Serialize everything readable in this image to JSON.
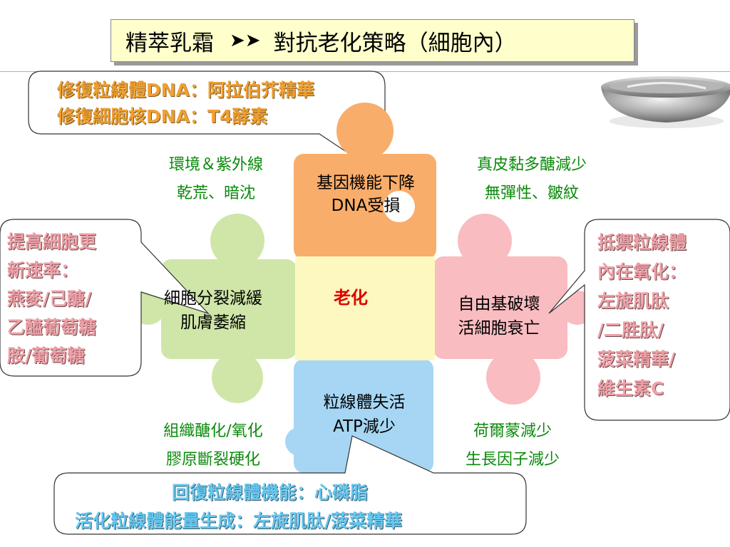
{
  "slide": {
    "title_left": "精萃乳霜",
    "title_arrows": "➤➤",
    "title_right": "對抗老化策略（細胞內）"
  },
  "callouts": {
    "top": [
      "修復粒線體DNA：阿拉伯芥精華",
      "修復細胞核DNA：T4酵素"
    ],
    "left": [
      "提高細胞更",
      "新速率：",
      "燕麥/己醣/",
      "乙醯葡萄糖",
      "胺/葡萄糖"
    ],
    "right": [
      "抵禦粒線體",
      "內在氧化：",
      "左旋肌肽",
      "/二胜肽/",
      "菠菜精華/",
      "維生素C"
    ],
    "bottom": [
      "回復粒線體機能：心磷脂",
      "活化粒線體能量生成：左旋肌肽/菠菜精華"
    ]
  },
  "puzzle": {
    "center": "老化",
    "top": [
      "基因機能下降",
      "DNA受損"
    ],
    "left": [
      "細胞分裂減緩",
      "肌膚萎縮"
    ],
    "right": [
      "自由基破壞",
      "活細胞衰亡"
    ],
    "bottom": [
      "粒線體失活",
      "ATP減少"
    ]
  },
  "factors": {
    "top_left": [
      "環境＆紫外線",
      "乾荒、暗沈"
    ],
    "top_right": [
      "真皮黏多醣減少",
      "無彈性、皺紋"
    ],
    "bottom_left": [
      "組織醣化/氧化",
      "膠原斷裂硬化"
    ],
    "bottom_right": [
      "荷爾蒙減少",
      "生長因子減少"
    ]
  },
  "colors": {
    "orange_piece": "#f9ad6a",
    "green_piece": "#cfe6a8",
    "pink_piece": "#f9bcc0",
    "blue_piece": "#a6d6f4",
    "center_piece": "#fdf8bf",
    "title_bg": "#ffffcc"
  },
  "icons": {
    "product": "cream-jar-icon"
  }
}
